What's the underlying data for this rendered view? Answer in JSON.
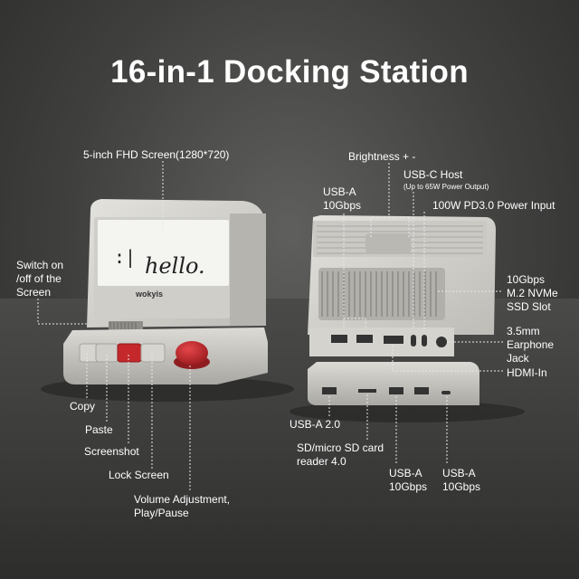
{
  "title": "16-in-1 Docking Station",
  "screen_text": "hello.",
  "brand": "wokyis",
  "labels": {
    "screen": "5-inch FHD Screen(1280*720)",
    "switch_line1": "Switch on",
    "switch_line2": "/off of the",
    "switch_line3": "Screen",
    "copy": "Copy",
    "paste": "Paste",
    "screenshot": "Screenshot",
    "lock": "Lock Screen",
    "volume_line1": "Volume Adjustment,",
    "volume_line2": "Play/Pause",
    "brightness": "Brightness + -",
    "usbc_host": "USB-C Host",
    "usbc_host_note": "(Up to 65W Power Output)",
    "usba_top_line1": "USB-A",
    "usba_top_line2": "10Gbps",
    "power_input": "100W PD3.0 Power Input",
    "ssd_line1": "10Gbps",
    "ssd_line2": "M.2 NVMe",
    "ssd_line3": "SSD Slot",
    "jack_line1": "3.5mm",
    "jack_line2": "Earphone",
    "jack_line3": "Jack",
    "hdmi_in": "HDMI-In",
    "usba2": "USB-A 2.0",
    "sd_line1": "SD/micro SD card",
    "sd_line2": "reader 4.0",
    "usba_b1_line1": "USB-A",
    "usba_b1_line2": "10Gbps",
    "usba_b2_line1": "USB-A",
    "usba_b2_line2": "10Gbps"
  },
  "colors": {
    "accent_red": "#c4282b",
    "device_body": "#d9d8d3",
    "label_line": "#e8e8e8"
  }
}
